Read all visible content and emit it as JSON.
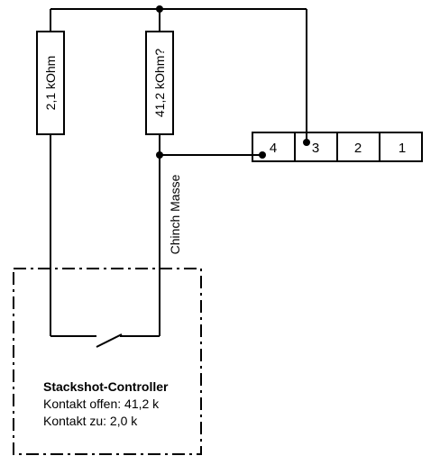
{
  "resistors": {
    "left_label": "2,1 kOhm",
    "right_label": "41,2 kOhm?"
  },
  "wire_label": "Chinch Masse",
  "connector": {
    "pins": [
      "4",
      "3",
      "2",
      "1"
    ]
  },
  "controller": {
    "title": "Stackshot-Controller",
    "line1": "Kontakt offen: 41,2 k",
    "line2": "Kontakt zu: 2,0 k"
  }
}
